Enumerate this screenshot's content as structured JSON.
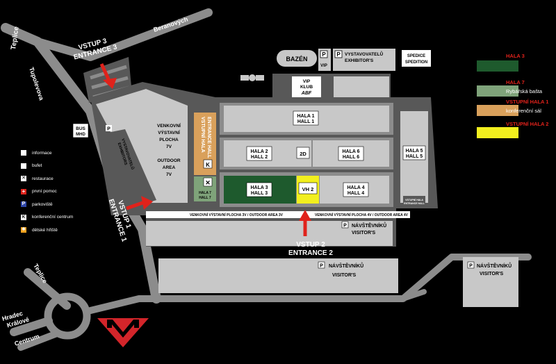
{
  "colors": {
    "road": "#8c8c8c",
    "hall_grey": "#c8c8c8",
    "hall_dark": "#585858",
    "hala3": "#1e5a2d",
    "hala7": "#7fa37a",
    "vstupni_hala": "#d9a05b",
    "vh2": "#f2ef1e",
    "arrow_red": "#e0221b",
    "metro_red": "#d3252a"
  },
  "streets": {
    "teplice_top": "Teplice",
    "beranovych": "Beranových",
    "tupolevova": "Tupolevova",
    "teplice_bottom": "Teplice",
    "hradec_kralove_1": "Hradec",
    "hradec_kralove_2": "Králové",
    "centrum": "Centrum"
  },
  "entrances": {
    "e3_line1": "VSTUP 3",
    "e3_line2": "ENTRANCE 3",
    "e1_line1": "VSTUP 1",
    "e1_line2": "ENTRANCE 1",
    "e2_line1": "VSTUP 2",
    "e2_line2": "ENTRANCE 2"
  },
  "buildings": {
    "bazen": "BAZÉN",
    "vip": "VIP",
    "parking_letter": "P",
    "vystavovatelu_top_1": "VYSTAVOVATELŮ",
    "vystavovatelu_top_2": "EXHIBITOR'S",
    "spedice_1": "SPEDICE",
    "spedice_2": "SPEDITION",
    "vip_klub_1": "VIP",
    "vip_klub_2": "KLUB",
    "vip_klub_3": "ABF",
    "bus_1": "BUS",
    "bus_2": "MHD",
    "venkovni_1": "VENKOVNÍ",
    "venkovni_2": "VÝSTAVNÍ",
    "venkovni_3": "PLOCHA",
    "venkovni_4": "7V",
    "outdoor_1": "OUTDOOR",
    "outdoor_2": "AREA",
    "outdoor_3": "7V",
    "exhibitors_side_1": "VYSTAVOVATELŮ",
    "exhibitors_side_2": "EXHIBITORS",
    "vstupni_hala_1": "VSTUPNÍ HALA",
    "vstupni_hala_2": "ENTRANCE HALL",
    "hala1_1": "HALA 1",
    "hala1_2": "HALL 1",
    "hala2_1": "HALA 2",
    "hala2_2": "HALL 2",
    "label_2d": "2D",
    "hala6_1": "HALA 6",
    "hala6_2": "HALL 6",
    "hala3_1": "HALA 3",
    "hala3_2": "HALL 3",
    "vh2": "VH 2",
    "hala4_1": "HALA 4",
    "hala4_2": "HALL 4",
    "hala5_1": "HALA 5",
    "hala5_2": "HALL 5",
    "vstupni_hala_small_1": "VSTUPNÍ HALA",
    "vstupni_hala_small_2": "ENTRANCE HALL",
    "hala7_1": "HALA 7",
    "hala7_2": "HALL 7",
    "outdoor_3v": "VENKOVNÍ VÝSTAVNÍ PLOCHA 3V / OUTDOOR AREA 3V",
    "outdoor_4v": "VENKOVNÍ VÝSTAVNÍ PLOCHA 4V / OUTDOOR AREA 4V",
    "navstevniku_1a": "NÁVŠTĚVNÍKŮ",
    "navstevniku_1b": "VISITOR'S",
    "navstevniku_2a": "NÁVŠTĚVNÍKŮ",
    "navstevniku_2b": "VISITOR'S",
    "navstevniku_3a": "NÁVŠTĚVNÍKŮ",
    "navstevniku_3b": "VISITOR'S"
  },
  "legend": [
    {
      "icon": "informace-icon",
      "label": "informace",
      "color": "#ffffff",
      "symbol": ""
    },
    {
      "icon": "bufet-icon",
      "label": "bufet",
      "color": "#ffffff",
      "symbol": ""
    },
    {
      "icon": "restaurace-icon",
      "label": "restaurace",
      "color": "#ffffff",
      "symbol": "✕"
    },
    {
      "icon": "prvni-pomoc-icon",
      "label": "první pomoc",
      "color": "#e0221b",
      "symbol": "+"
    },
    {
      "icon": "parkoviste-icon",
      "label": "parkoviště",
      "color": "#2f46a8",
      "symbol": "P"
    },
    {
      "icon": "konferencni-centrum-icon",
      "label": "konferenční centrum",
      "color": "#ffffff",
      "symbol": "K"
    },
    {
      "icon": "detske-hriste-icon",
      "label": "dětské hřiště",
      "color": "#f2a21e",
      "symbol": "✱"
    }
  ],
  "key": [
    {
      "title": "HALA 3",
      "sub": "",
      "color": "#1e5a2d"
    },
    {
      "title": "HALA 7",
      "sub": "Rybářská bašta",
      "color": "#7fa37a"
    },
    {
      "title": "VSTUPNÍ HALA 1",
      "sub": "konferenční sál",
      "color": "#d9a05b"
    },
    {
      "title": "VSTUPNÍ HALA 2",
      "sub": "",
      "color": "#f2ef1e"
    }
  ]
}
